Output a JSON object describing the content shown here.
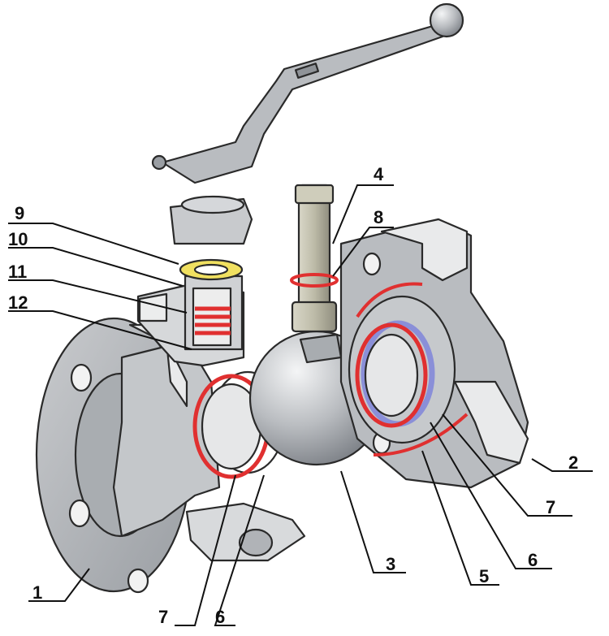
{
  "colors": {
    "metal_light": "#d2d4d6",
    "metal_mid": "#b6b9bc",
    "metal_dark": "#8f9398",
    "cut_face": "#e9eaeb",
    "outline": "#2a2a2a",
    "seal_red": "#e03030",
    "seal_blue": "#8a8fd8",
    "packing_yellow": "#f0e060"
  },
  "callouts": [
    {
      "id": "c1",
      "label": "1"
    },
    {
      "id": "c2",
      "label": "2"
    },
    {
      "id": "c3",
      "label": "3"
    },
    {
      "id": "c4",
      "label": "4"
    },
    {
      "id": "c5",
      "label": "5"
    },
    {
      "id": "c6a",
      "label": "6"
    },
    {
      "id": "c6b",
      "label": "6"
    },
    {
      "id": "c7a",
      "label": "7"
    },
    {
      "id": "c7b",
      "label": "7"
    },
    {
      "id": "c8",
      "label": "8"
    },
    {
      "id": "c9",
      "label": "9"
    },
    {
      "id": "c10",
      "label": "10"
    },
    {
      "id": "c11",
      "label": "11"
    },
    {
      "id": "c12",
      "label": "12"
    }
  ]
}
